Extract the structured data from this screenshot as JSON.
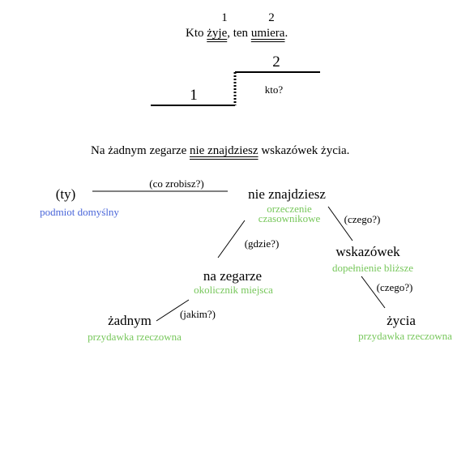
{
  "sentence1": {
    "num_subject": "1",
    "num_predicate": "2",
    "text_before": "Kto ",
    "verb1": "żyje",
    "text_middle": ", ten ",
    "verb2": "umiera",
    "text_after": "."
  },
  "stair_diagram": {
    "label_one": "1",
    "label_two": "2",
    "question": "kto?"
  },
  "sentence2": {
    "text_before": "Na żadnym zegarze ",
    "predicate": "nie znajdziesz",
    "text_after": " wskazówek życia."
  },
  "tree": {
    "subject": {
      "word": "(ty)",
      "role": "podmiot domyślny"
    },
    "edge_subject_predicate": "(co zrobisz?)",
    "predicate": {
      "word": "nie znajdziesz",
      "role_line1": "orzeczenie",
      "role_line2": "czasownikowe"
    },
    "edge_predicate_object": "(czego?)",
    "object": {
      "word": "wskazówek",
      "role": "dopełnienie bliższe"
    },
    "edge_predicate_adverbial": "(gdzie?)",
    "adverbial": {
      "word": "na zegarze",
      "role": "okolicznik miejsca"
    },
    "edge_adverbial_attribute": "(jakim?)",
    "attribute1": {
      "word": "żadnym",
      "role": "przydawka rzeczowna"
    },
    "edge_object_attribute": "(czego?)",
    "attribute2": {
      "word": "życia",
      "role": "przydawka rzeczowna"
    }
  },
  "colors": {
    "role_green": "#77c75b",
    "role_blue": "#4a66d9",
    "ink": "#000000"
  }
}
